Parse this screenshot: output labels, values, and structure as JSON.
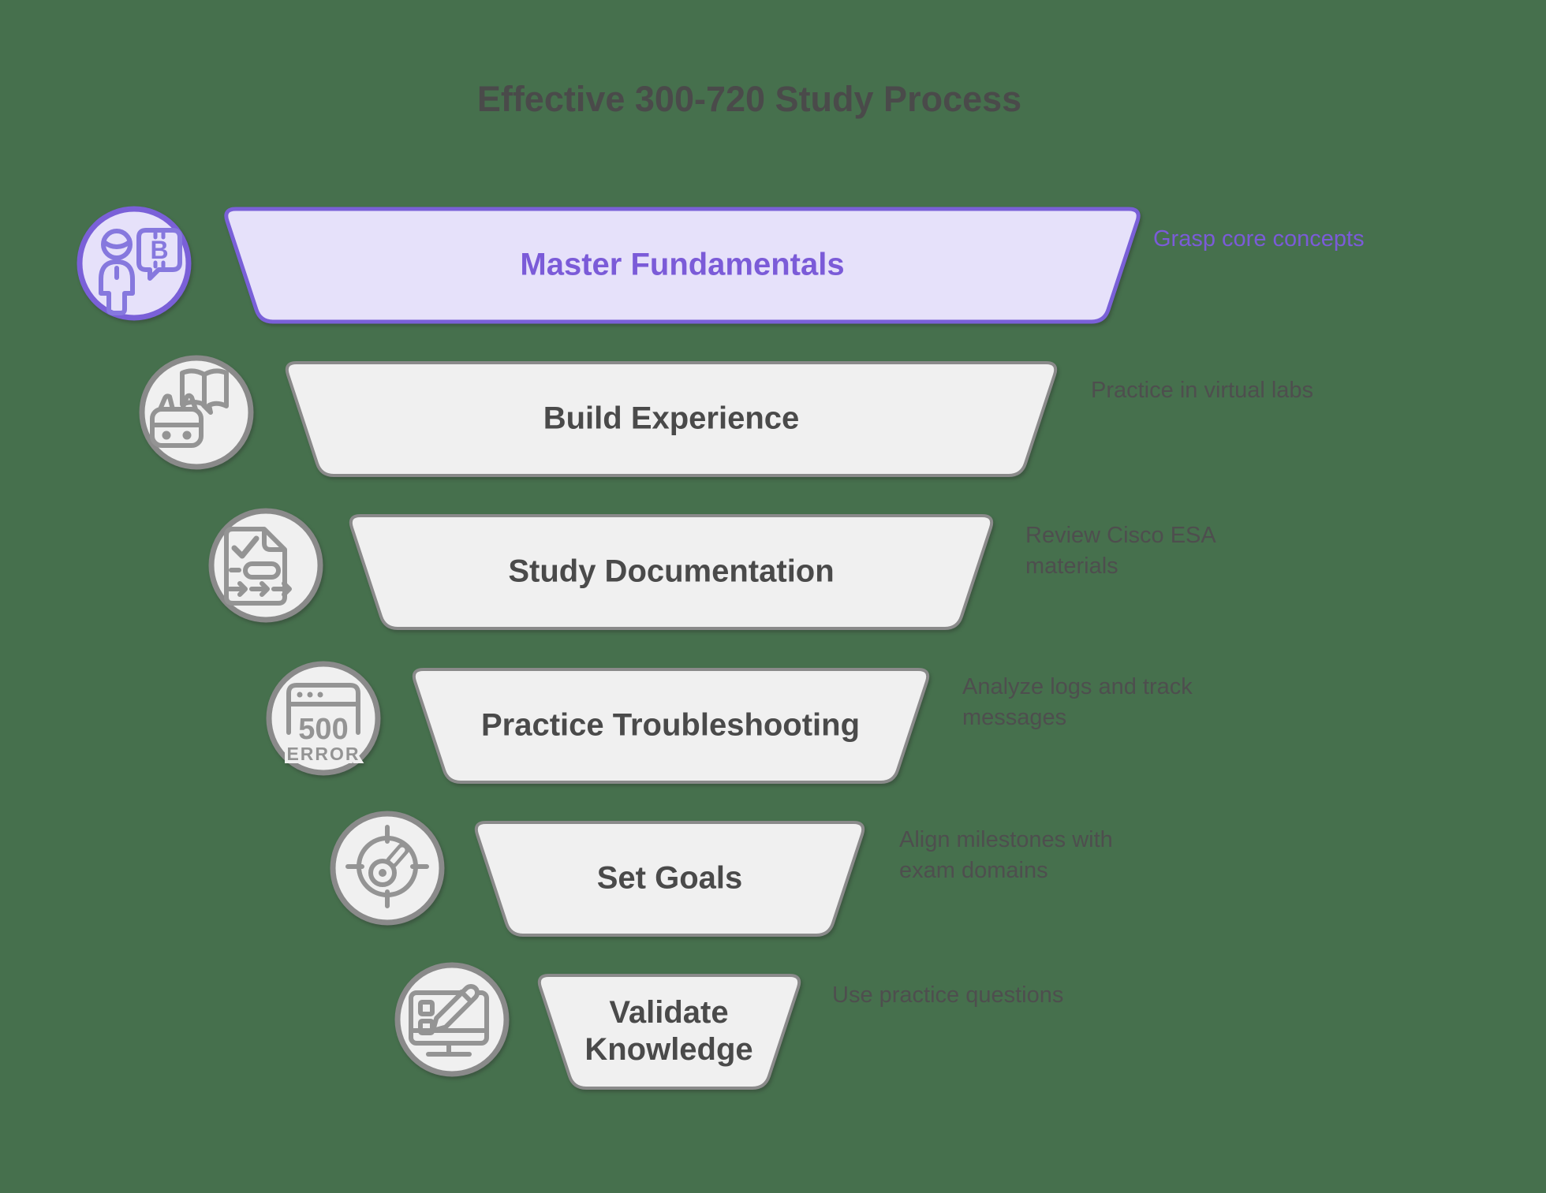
{
  "title": "Effective 300-720 Study Process",
  "colors": {
    "background": "#46704D",
    "purple_border": "#7A60D8",
    "purple_fill": "#E6E1FA",
    "purple_text": "#7B5BD8",
    "purple_icon": "#8678DE",
    "gray_border": "#8A8A8A",
    "gray_fill": "#F0F0F0",
    "icon_gray": "#949494",
    "dark_text": "#4A4A4A",
    "note_text": "#4E4E4E"
  },
  "steps": [
    {
      "label": "Master Fundamentals",
      "note": "Grasp core concepts",
      "icon": "person-chat-icon",
      "highlighted": true
    },
    {
      "label": "Build Experience",
      "note": "Practice in virtual labs",
      "icon": "robot-book-icon",
      "highlighted": false
    },
    {
      "label": "Study Documentation",
      "note": "Review Cisco ESA materials",
      "icon": "document-process-icon",
      "highlighted": false
    },
    {
      "label": "Practice Troubleshooting",
      "note": "Analyze logs and track messages",
      "icon": "error-500-icon",
      "highlighted": false,
      "icon_text": {
        "line1": "500",
        "line2": "ERROR"
      }
    },
    {
      "label": "Set Goals",
      "note": "Align milestones with exam domains",
      "icon": "target-gauge-icon",
      "highlighted": false
    },
    {
      "label": "Validate Knowledge",
      "note": "Use practice questions",
      "icon": "monitor-pencil-icon",
      "highlighted": false
    }
  ]
}
